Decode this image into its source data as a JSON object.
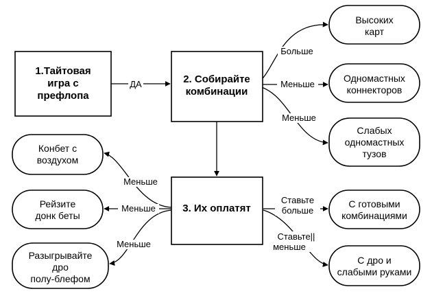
{
  "nodes": {
    "n1": {
      "lines": [
        "1.Тайтовая",
        "игра с",
        "префлопа"
      ]
    },
    "n2": {
      "lines": [
        "2. Собирайте",
        "комбинации"
      ]
    },
    "n3": {
      "lines": [
        "3. Их оплатят"
      ]
    },
    "r1": {
      "lines": [
        "Высоких",
        "карт"
      ]
    },
    "r2": {
      "lines": [
        "Одномастных",
        "коннекторов"
      ]
    },
    "r3": {
      "lines": [
        "Слабых",
        "одномастных",
        "тузов"
      ]
    },
    "l1": {
      "lines": [
        "Конбет с",
        "воздухом"
      ]
    },
    "l2": {
      "lines": [
        "Рейзите",
        "донк беты"
      ]
    },
    "l3": {
      "lines": [
        "Разыгрывайте",
        "дро",
        "полу-блефом"
      ]
    },
    "r4": {
      "lines": [
        "С готовыми",
        "комбинациями"
      ]
    },
    "r5": {
      "lines": [
        "С дро и",
        "слабыми руками"
      ]
    }
  },
  "edges": {
    "e_n1_n2": {
      "label": [
        "ДА"
      ]
    },
    "e_n2_r1": {
      "label": [
        "Больше"
      ]
    },
    "e_n2_r2": {
      "label": [
        "Меньше"
      ]
    },
    "e_n2_r3": {
      "label": [
        "Меньше"
      ]
    },
    "e_n2_n3": {
      "label": []
    },
    "e_n3_l1": {
      "label": [
        "Меньше"
      ]
    },
    "e_n3_l2": {
      "label": [
        "Меньше"
      ]
    },
    "e_n3_l3": {
      "label": [
        "Меньше"
      ]
    },
    "e_n3_r4": {
      "label": [
        "Ставьте",
        "больше"
      ]
    },
    "e_n3_r5": {
      "label": [
        "Ставьте||",
        "меньше"
      ]
    }
  },
  "colors": {
    "stroke": "#000000",
    "fill": "#ffffff",
    "text": "#000000"
  }
}
